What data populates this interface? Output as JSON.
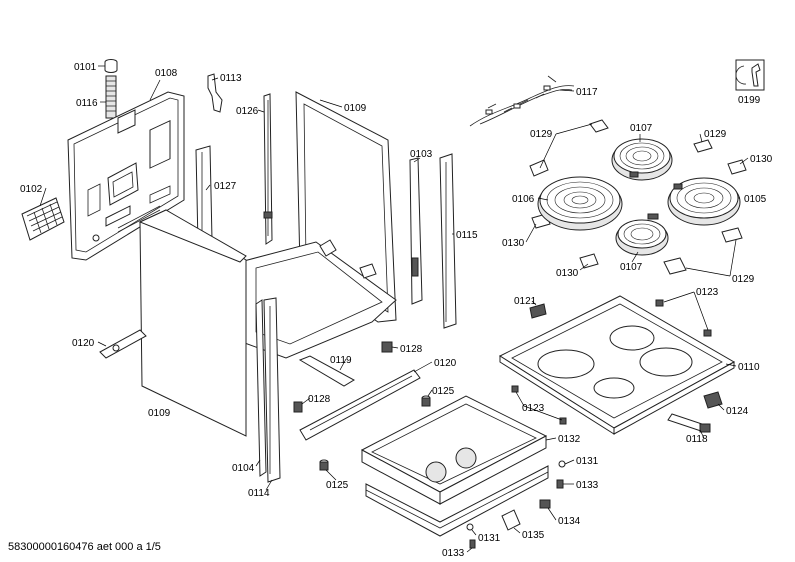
{
  "diagram": {
    "callouts": [
      {
        "id": "p0101",
        "text": "0101"
      },
      {
        "id": "p0116",
        "text": "0116"
      },
      {
        "id": "p0108",
        "text": "0108"
      },
      {
        "id": "p0113",
        "text": "0113"
      },
      {
        "id": "p0126",
        "text": "0126"
      },
      {
        "id": "p0109a",
        "text": "0109"
      },
      {
        "id": "p0117",
        "text": "0117"
      },
      {
        "id": "p0199",
        "text": "0199"
      },
      {
        "id": "p0129a",
        "text": "0129"
      },
      {
        "id": "p0107a",
        "text": "0107"
      },
      {
        "id": "p0129b",
        "text": "0129"
      },
      {
        "id": "p0103",
        "text": "0103"
      },
      {
        "id": "p0130a",
        "text": "0130"
      },
      {
        "id": "p0102",
        "text": "0102"
      },
      {
        "id": "p0127",
        "text": "0127"
      },
      {
        "id": "p0106",
        "text": "0106"
      },
      {
        "id": "p0105",
        "text": "0105"
      },
      {
        "id": "p0115",
        "text": "0115"
      },
      {
        "id": "p0130b",
        "text": "0130"
      },
      {
        "id": "p0107b",
        "text": "0107"
      },
      {
        "id": "p0130c",
        "text": "0130"
      },
      {
        "id": "p0129c",
        "text": "0129"
      },
      {
        "id": "p0121",
        "text": "0121"
      },
      {
        "id": "p0123a",
        "text": "0123"
      },
      {
        "id": "p0120a",
        "text": "0120"
      },
      {
        "id": "p0128a",
        "text": "0128"
      },
      {
        "id": "p0119",
        "text": "0119"
      },
      {
        "id": "p0120b",
        "text": "0120"
      },
      {
        "id": "p0110",
        "text": "0110"
      },
      {
        "id": "p0125a",
        "text": "0125"
      },
      {
        "id": "p0128b",
        "text": "0128"
      },
      {
        "id": "p0109b",
        "text": "0109"
      },
      {
        "id": "p0123b",
        "text": "0123"
      },
      {
        "id": "p0124",
        "text": "0124"
      },
      {
        "id": "p0118",
        "text": "0118"
      },
      {
        "id": "p0132",
        "text": "0132"
      },
      {
        "id": "p0131a",
        "text": "0131"
      },
      {
        "id": "p0104",
        "text": "0104"
      },
      {
        "id": "p0125b",
        "text": "0125"
      },
      {
        "id": "p0133a",
        "text": "0133"
      },
      {
        "id": "p0114",
        "text": "0114"
      },
      {
        "id": "p0134",
        "text": "0134"
      },
      {
        "id": "p0131b",
        "text": "0131"
      },
      {
        "id": "p0135",
        "text": "0135"
      },
      {
        "id": "p0133b",
        "text": "0133"
      }
    ],
    "footer": "58300000160476 aet 000 a 1/5"
  }
}
